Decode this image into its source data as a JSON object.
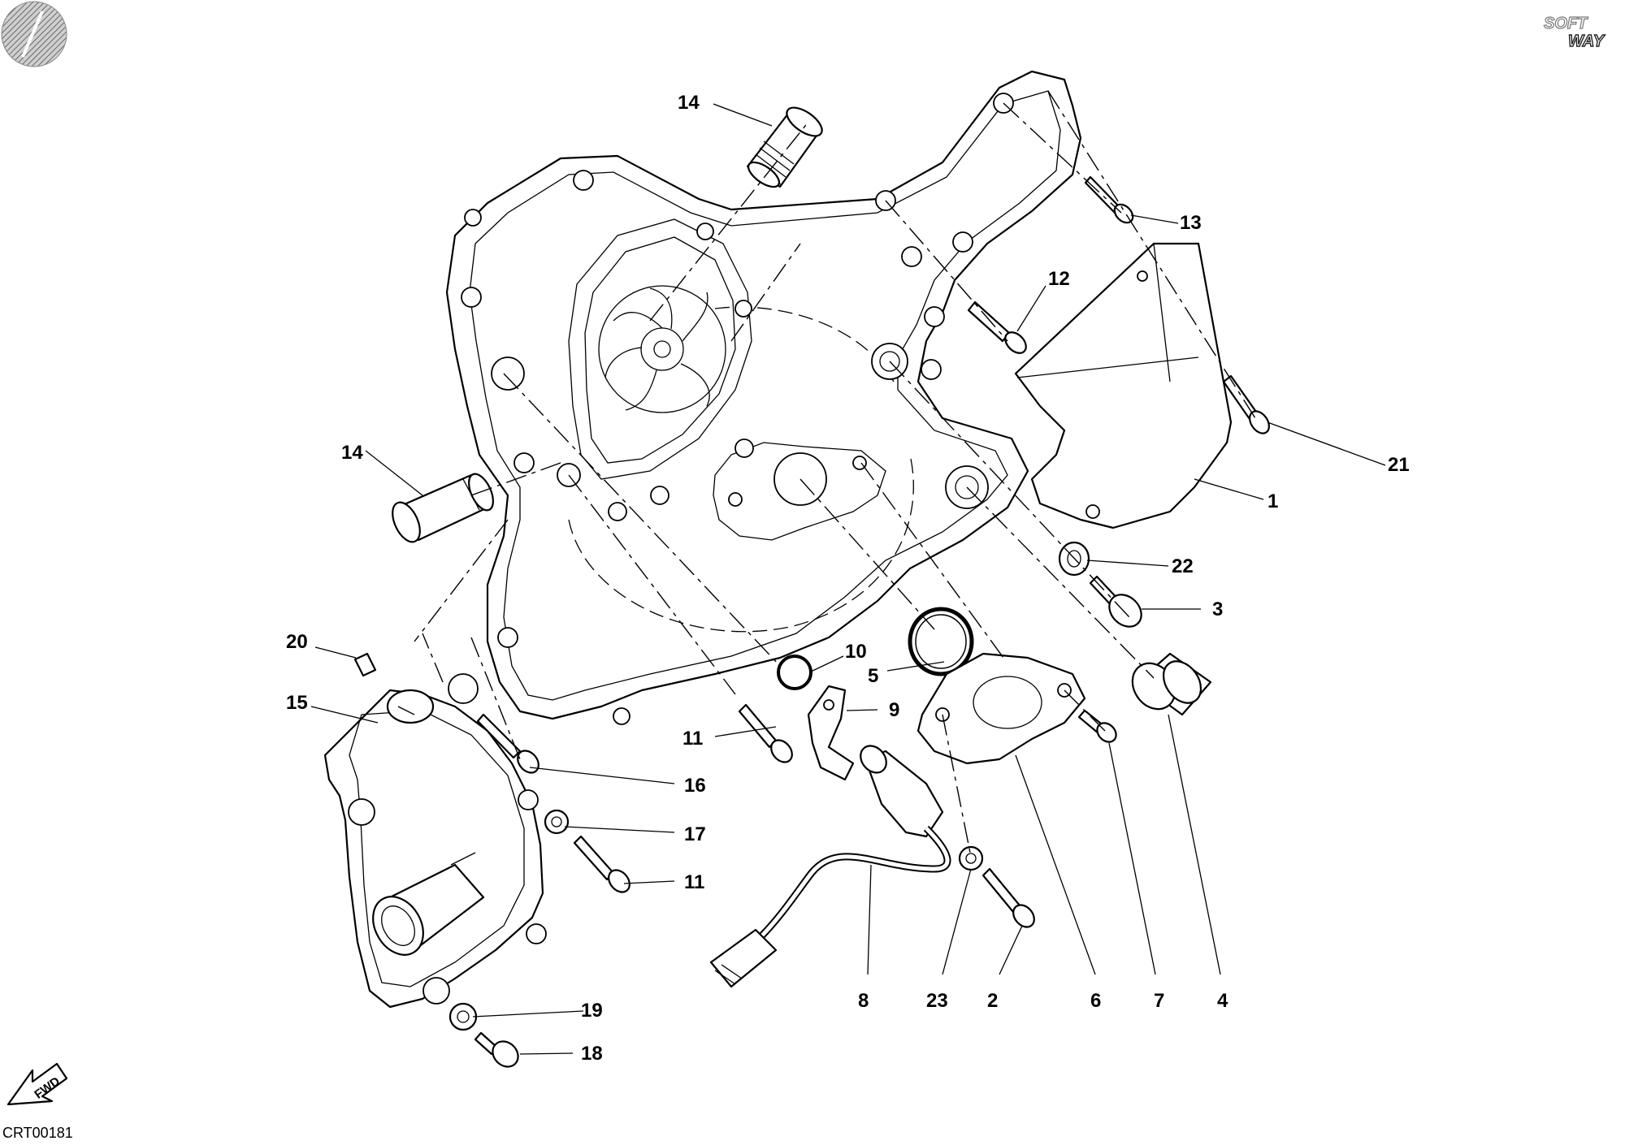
{
  "drawing_code": "CRT00181",
  "brand_logo": {
    "line1": "SOFT",
    "line2": "WAY"
  },
  "fwd_label": "FWD",
  "callouts": [
    {
      "id": "c1",
      "label": "1"
    },
    {
      "id": "c2",
      "label": "2"
    },
    {
      "id": "c3",
      "label": "3"
    },
    {
      "id": "c4",
      "label": "4"
    },
    {
      "id": "c5",
      "label": "5"
    },
    {
      "id": "c6",
      "label": "6"
    },
    {
      "id": "c7",
      "label": "7"
    },
    {
      "id": "c8",
      "label": "8"
    },
    {
      "id": "c9",
      "label": "9"
    },
    {
      "id": "c10",
      "label": "10"
    },
    {
      "id": "c11a",
      "label": "11"
    },
    {
      "id": "c11b",
      "label": "11"
    },
    {
      "id": "c12",
      "label": "12"
    },
    {
      "id": "c13",
      "label": "13"
    },
    {
      "id": "c14a",
      "label": "14"
    },
    {
      "id": "c14b",
      "label": "14"
    },
    {
      "id": "c15",
      "label": "15"
    },
    {
      "id": "c16",
      "label": "16"
    },
    {
      "id": "c17",
      "label": "17"
    },
    {
      "id": "c18",
      "label": "18"
    },
    {
      "id": "c19",
      "label": "19"
    },
    {
      "id": "c20",
      "label": "20"
    },
    {
      "id": "c21",
      "label": "21"
    },
    {
      "id": "c22",
      "label": "22"
    },
    {
      "id": "c23",
      "label": "23"
    }
  ]
}
